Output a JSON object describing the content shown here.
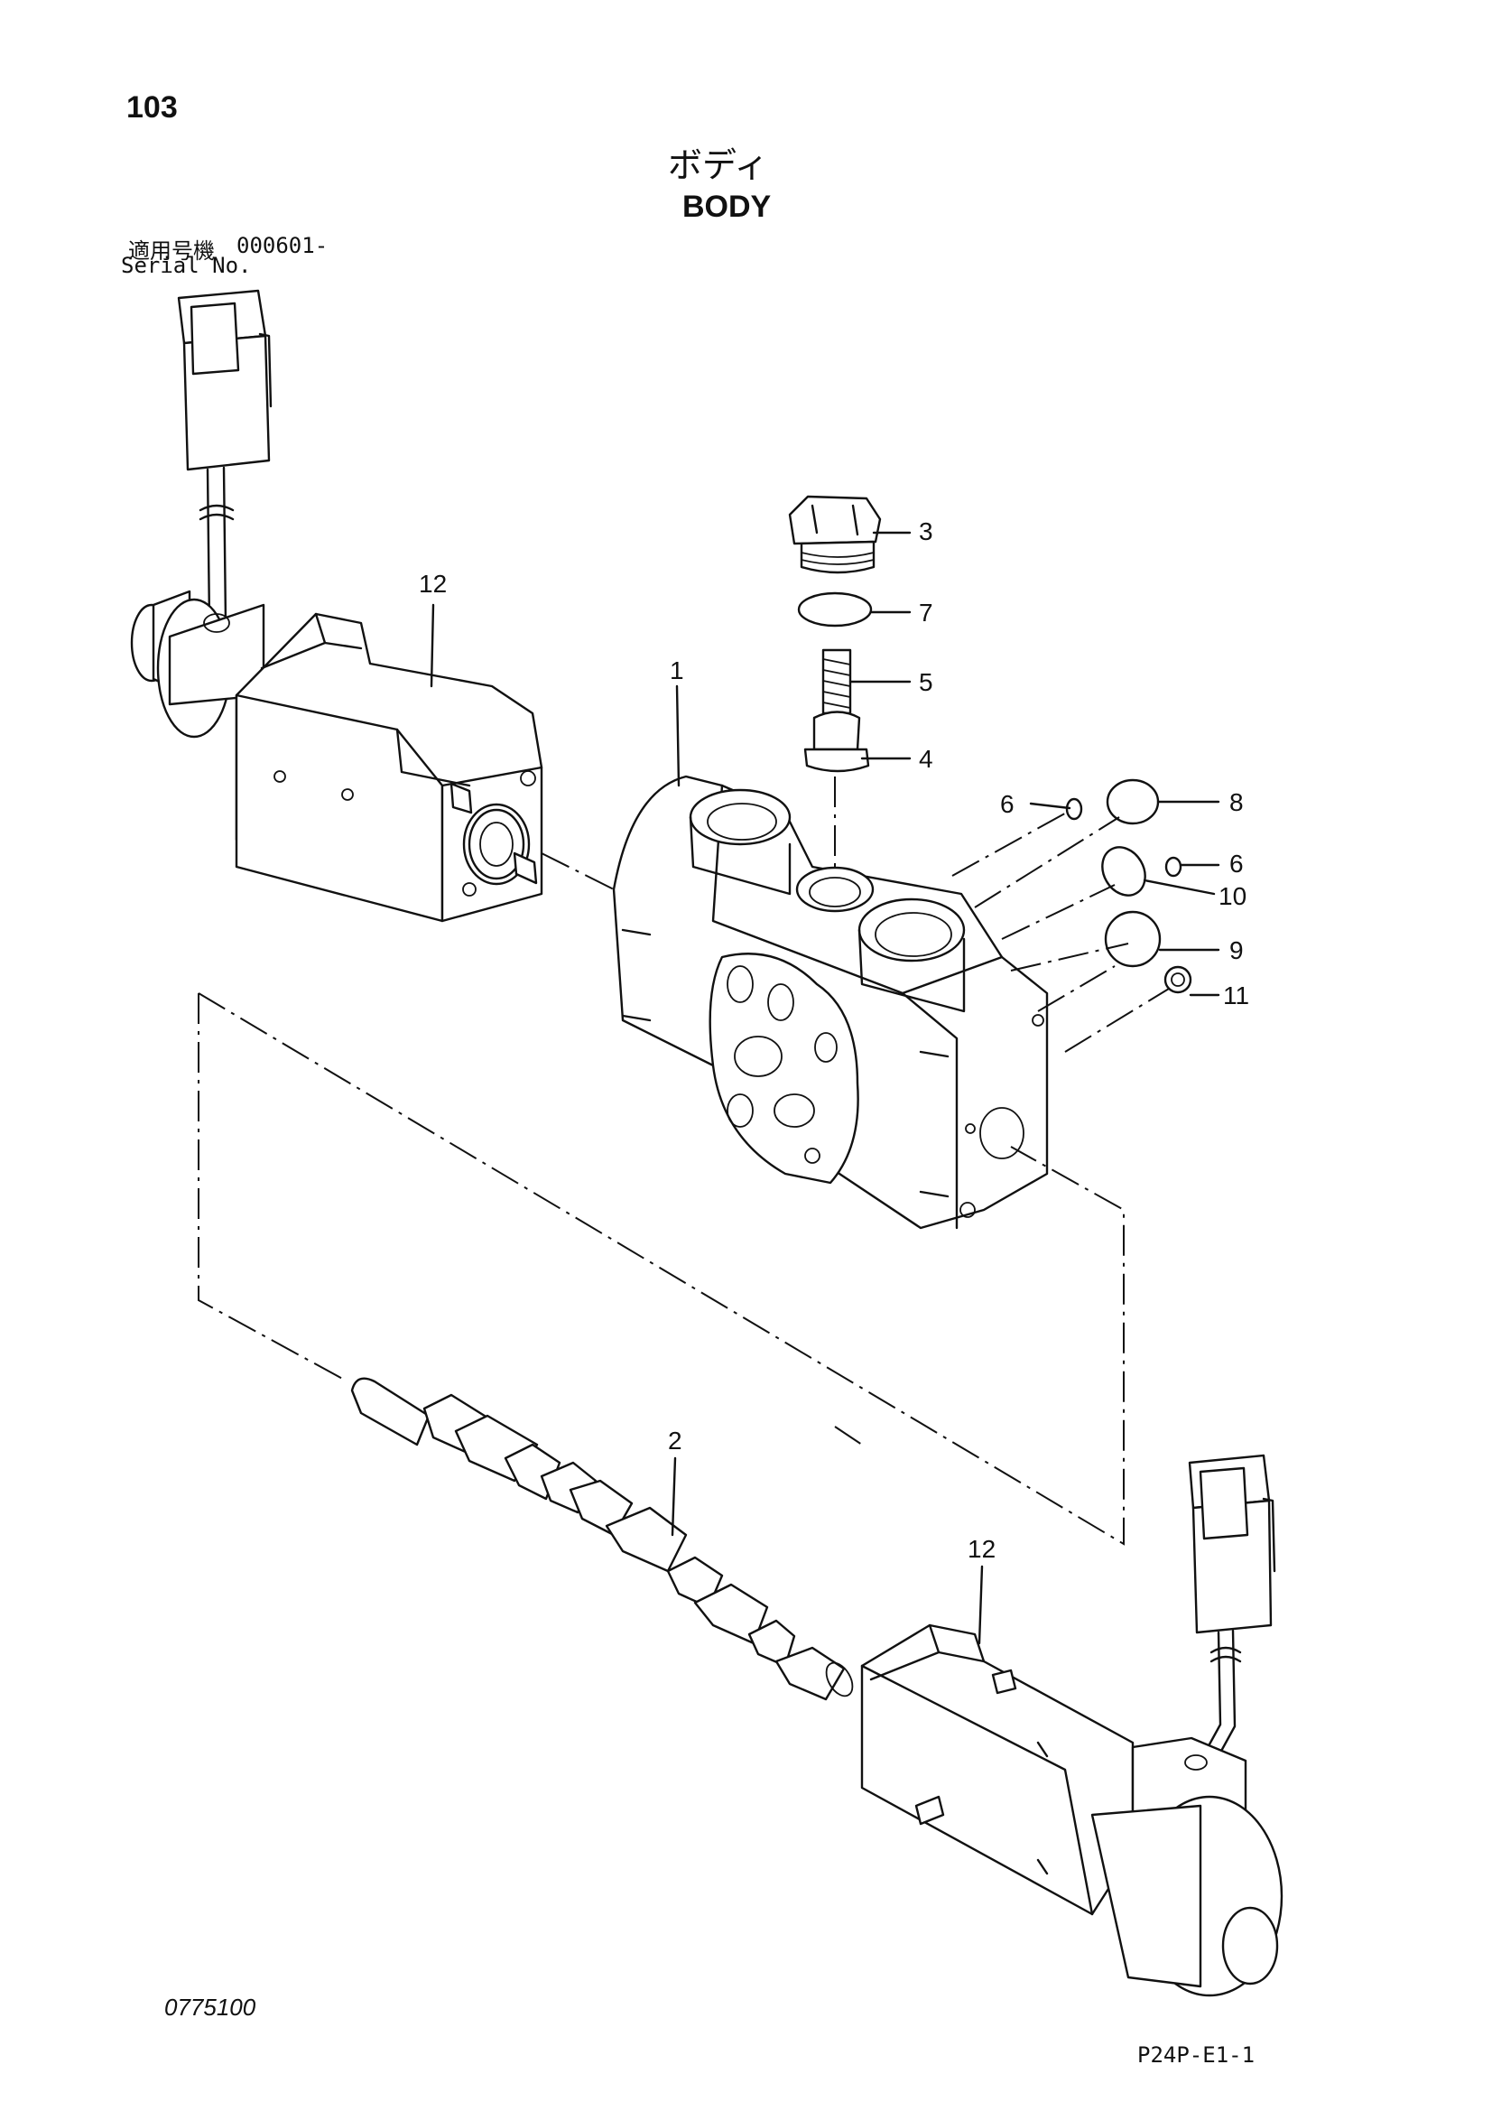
{
  "header": {
    "page_number": "103",
    "title_jp": "ボディ",
    "title_en": "BODY",
    "serial_label_jp": "適用号機",
    "serial_number": "000601-",
    "serial_label_en": "Serial No."
  },
  "footer": {
    "drawing_code": "0775100",
    "sheet_code": "P24P-E1-1"
  },
  "callouts": {
    "body": "1",
    "spool": "2",
    "plug": "3",
    "poppet": "4",
    "spring": "5",
    "o_ring_small_left": "6",
    "o_ring_small_right": "6",
    "o_ring_plug": "7",
    "o_ring_8": "8",
    "o_ring_9": "9",
    "o_ring_10": "10",
    "ring_11": "11",
    "solenoid_left": "12",
    "solenoid_right": "12"
  }
}
